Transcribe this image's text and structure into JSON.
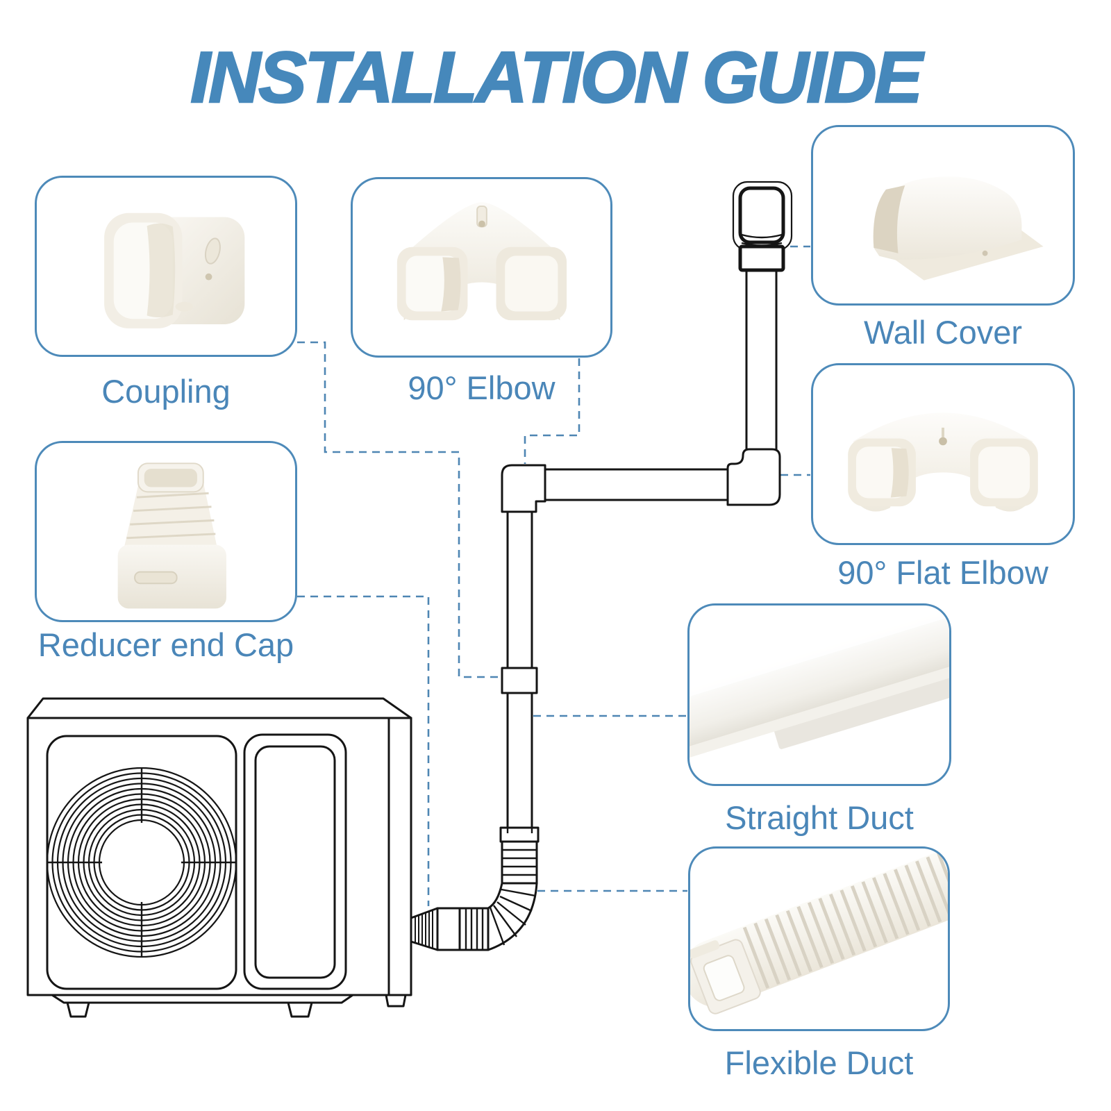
{
  "title": "INSTALLATION GUIDE",
  "colors": {
    "accent_text": "#4a86b8",
    "card_border": "#4d8ab9",
    "dashed_line": "#4e86b3",
    "line_art": "#151515"
  },
  "parts": [
    {
      "id": "coupling",
      "label": "Coupling"
    },
    {
      "id": "elbow-90",
      "label": "90° Elbow"
    },
    {
      "id": "wall-cover",
      "label": "Wall Cover"
    },
    {
      "id": "reducer-end-cap",
      "label": "Reducer end Cap"
    },
    {
      "id": "flat-elbow-90",
      "label": "90° Flat Elbow"
    },
    {
      "id": "straight-duct",
      "label": "Straight Duct"
    },
    {
      "id": "flexible-duct",
      "label": "Flexible Duct"
    }
  ]
}
